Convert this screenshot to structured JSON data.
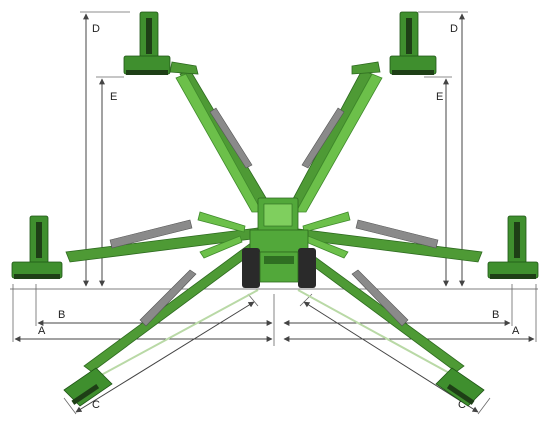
{
  "dimension_labels": {
    "a_left": "A",
    "a_right": "A",
    "b_left": "B",
    "b_right": "B",
    "c_left": "C",
    "c_right": "C",
    "d_left": "D",
    "d_right": "D",
    "e_left": "E",
    "e_right": "E"
  },
  "colors": {
    "machine_green": "#52a83a",
    "machine_dark_green": "#2d6a1f",
    "dimension_line": "#444444",
    "track": "#2a2a2a"
  }
}
